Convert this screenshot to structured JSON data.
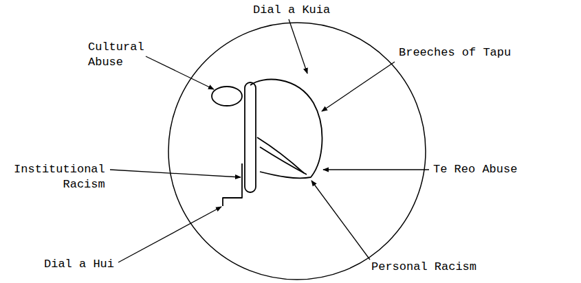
{
  "diagram": {
    "labels": [
      "Dial a Kuia",
      "Cultural Abuse",
      "Breeches of Tapu",
      "Institutional Racism",
      "Te Reo Abuse",
      "Dial a Hui",
      "Personal Racism"
    ]
  }
}
